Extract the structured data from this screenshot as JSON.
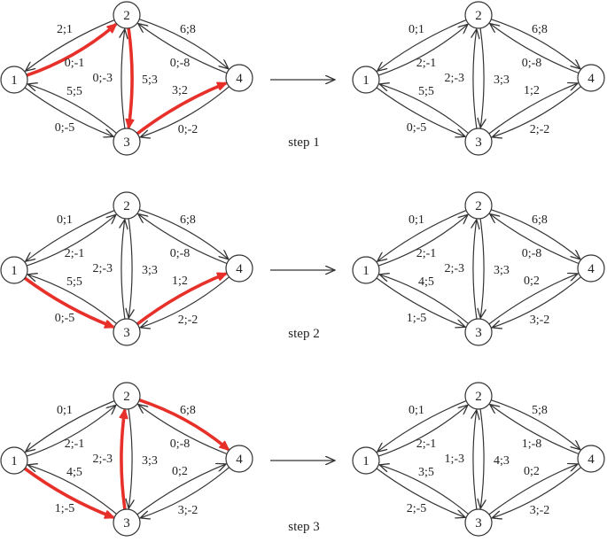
{
  "colors": {
    "edge": "#333333",
    "highlight": "#e8302a"
  },
  "node_labels": [
    "1",
    "2",
    "3",
    "4"
  ],
  "arrow_glyph": "⟶",
  "diagrams": [
    {
      "edges": [
        {
          "id": "12",
          "label": "2;1",
          "hl": true
        },
        {
          "id": "21",
          "label": "0;-1",
          "hl": false
        },
        {
          "id": "13",
          "label": "5;5",
          "hl": false
        },
        {
          "id": "31",
          "label": "0;-5",
          "hl": false
        },
        {
          "id": "23",
          "label": "5;3",
          "hl": true
        },
        {
          "id": "32",
          "label": "0;-3",
          "hl": false
        },
        {
          "id": "24",
          "label": "6;8",
          "hl": false
        },
        {
          "id": "42",
          "label": "0;-8",
          "hl": false
        },
        {
          "id": "34",
          "label": "3;2",
          "hl": true
        },
        {
          "id": "43",
          "label": "0;-2",
          "hl": false
        }
      ]
    },
    {
      "edges": [
        {
          "id": "12",
          "label": "0;1",
          "hl": false
        },
        {
          "id": "21",
          "label": "2;-1",
          "hl": false
        },
        {
          "id": "13",
          "label": "5;5",
          "hl": false
        },
        {
          "id": "31",
          "label": "0;-5",
          "hl": false
        },
        {
          "id": "23",
          "label": "3;3",
          "hl": false
        },
        {
          "id": "32",
          "label": "2;-3",
          "hl": false
        },
        {
          "id": "24",
          "label": "6;8",
          "hl": false
        },
        {
          "id": "42",
          "label": "0;-8",
          "hl": false
        },
        {
          "id": "34",
          "label": "1;2",
          "hl": false
        },
        {
          "id": "43",
          "label": "2;-2",
          "hl": false
        }
      ]
    },
    {
      "edges": [
        {
          "id": "12",
          "label": "0;1",
          "hl": false
        },
        {
          "id": "21",
          "label": "2;-1",
          "hl": false
        },
        {
          "id": "13",
          "label": "5;5",
          "hl": true
        },
        {
          "id": "31",
          "label": "0;-5",
          "hl": false
        },
        {
          "id": "23",
          "label": "3;3",
          "hl": false
        },
        {
          "id": "32",
          "label": "2;-3",
          "hl": false
        },
        {
          "id": "24",
          "label": "6;8",
          "hl": false
        },
        {
          "id": "42",
          "label": "0;-8",
          "hl": false
        },
        {
          "id": "34",
          "label": "1;2",
          "hl": true
        },
        {
          "id": "43",
          "label": "2;-2",
          "hl": false
        }
      ]
    },
    {
      "edges": [
        {
          "id": "12",
          "label": "0;1",
          "hl": false
        },
        {
          "id": "21",
          "label": "2;-1",
          "hl": false
        },
        {
          "id": "13",
          "label": "4;5",
          "hl": false
        },
        {
          "id": "31",
          "label": "1;-5",
          "hl": false
        },
        {
          "id": "23",
          "label": "3;3",
          "hl": false
        },
        {
          "id": "32",
          "label": "2;-3",
          "hl": false
        },
        {
          "id": "24",
          "label": "6;8",
          "hl": false
        },
        {
          "id": "42",
          "label": "0;-8",
          "hl": false
        },
        {
          "id": "34",
          "label": "0;2",
          "hl": false
        },
        {
          "id": "43",
          "label": "3;-2",
          "hl": false
        }
      ]
    },
    {
      "edges": [
        {
          "id": "12",
          "label": "0;1",
          "hl": false
        },
        {
          "id": "21",
          "label": "2;-1",
          "hl": false
        },
        {
          "id": "13",
          "label": "4;5",
          "hl": true
        },
        {
          "id": "31",
          "label": "1;-5",
          "hl": false
        },
        {
          "id": "23",
          "label": "3;3",
          "hl": false
        },
        {
          "id": "32",
          "label": "2;-3",
          "hl": true
        },
        {
          "id": "24",
          "label": "6;8",
          "hl": true
        },
        {
          "id": "42",
          "label": "0;-8",
          "hl": false
        },
        {
          "id": "34",
          "label": "0;2",
          "hl": false
        },
        {
          "id": "43",
          "label": "3;-2",
          "hl": false
        }
      ]
    },
    {
      "edges": [
        {
          "id": "12",
          "label": "0;1",
          "hl": false
        },
        {
          "id": "21",
          "label": "2;-1",
          "hl": false
        },
        {
          "id": "13",
          "label": "3;5",
          "hl": false
        },
        {
          "id": "31",
          "label": "2;-5",
          "hl": false
        },
        {
          "id": "23",
          "label": "4;3",
          "hl": false
        },
        {
          "id": "32",
          "label": "1;-3",
          "hl": false
        },
        {
          "id": "24",
          "label": "5;8",
          "hl": false
        },
        {
          "id": "42",
          "label": "1;-8",
          "hl": false
        },
        {
          "id": "34",
          "label": "0;2",
          "hl": false
        },
        {
          "id": "43",
          "label": "3;-2",
          "hl": false
        }
      ]
    }
  ],
  "steps": [
    "step 1",
    "step 2",
    "step 3"
  ]
}
